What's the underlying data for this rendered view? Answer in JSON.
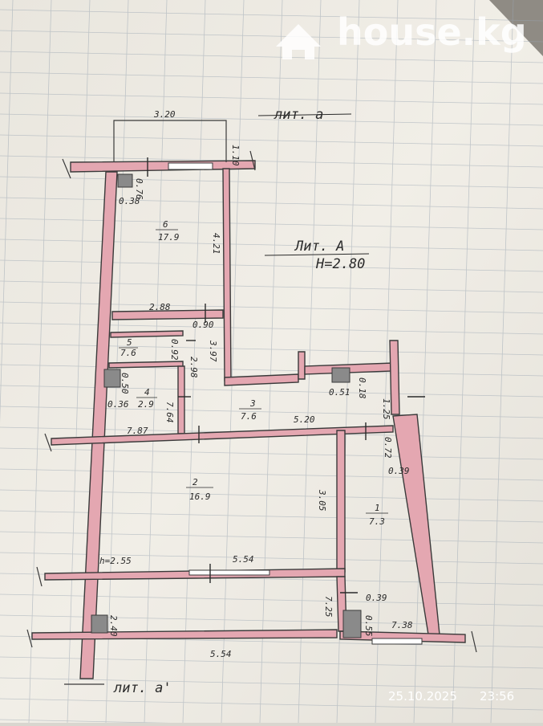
{
  "watermark": {
    "brand": "house.kg"
  },
  "photo_timestamp": {
    "date": "25.10.2025",
    "time": "23:56"
  },
  "plan": {
    "building_label_top": "лит. а",
    "building_label_bottom": "лит. а'",
    "main_label": "Лит. А",
    "height_label": "Н=2.80",
    "rooms": [
      {
        "number": "6",
        "area": "17.9"
      },
      {
        "number": "5",
        "area": "7.6"
      },
      {
        "number": "4",
        "area": "2.9"
      },
      {
        "number": "3",
        "area": "7.6"
      },
      {
        "number": "2",
        "area": "16.9"
      },
      {
        "number": "1",
        "area": "7.3"
      }
    ],
    "dimensions": {
      "top_width": "3.20",
      "top_side": "1.10",
      "d1": "0.76",
      "d2": "0.38",
      "room6_height": "4.21",
      "room6_width": "2.88",
      "d3": "0.90",
      "d4": "0.92",
      "d5": "2.98",
      "d6": "3.97",
      "d7": "0.50",
      "d8": "0.36",
      "d9": "7.64",
      "d10": "7.87",
      "d11": "0.51",
      "d12": "0.18",
      "d13": "1.25",
      "corridor_width": "5.20",
      "d14": "0.72",
      "d15": "0.39",
      "room2_height": "3.05",
      "h_label": "h=2.55",
      "room2_width": "5.54",
      "d16": "0.39",
      "d17": "7.25",
      "d18": "0.55",
      "d19": "7.38",
      "d20": "2.40",
      "bottom_width": "5.54"
    }
  }
}
